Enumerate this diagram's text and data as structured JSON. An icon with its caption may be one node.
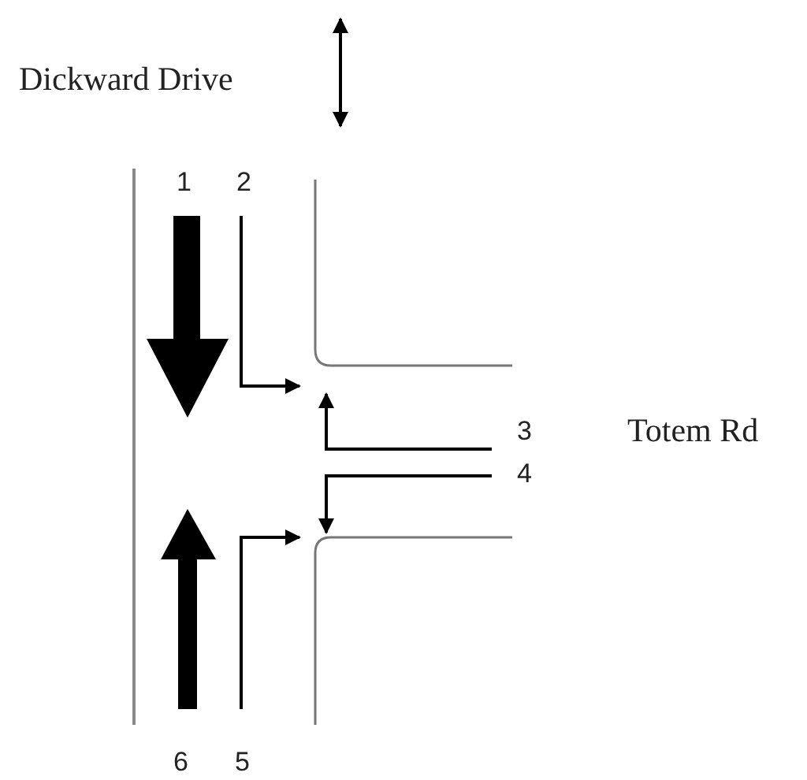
{
  "diagram": {
    "labels": [
      "Dickward Drive",
      "1",
      "2",
      "3",
      "Totem Rd",
      "4",
      "6",
      "5"
    ]
  }
}
